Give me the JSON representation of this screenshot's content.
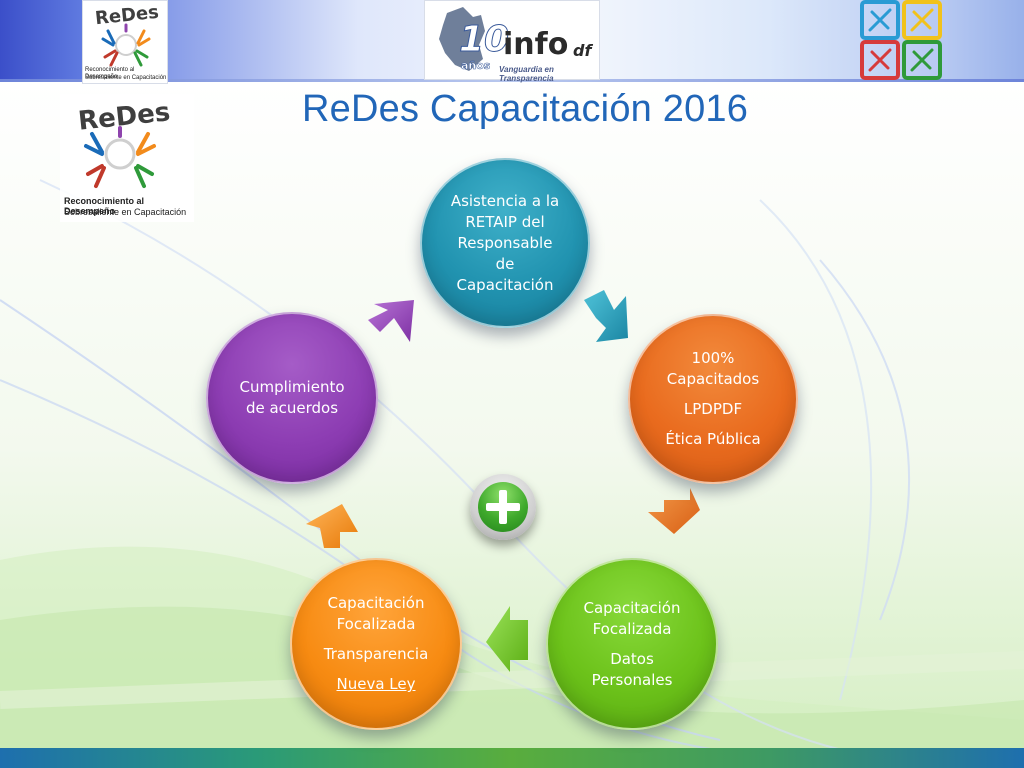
{
  "title": "ReDes Capacitación 2016",
  "logos": {
    "redes_small": {
      "word": "ReDes",
      "caption_line1": "Reconocimiento al Desempeño",
      "caption_line2": "Sobresaliente en Capacitación"
    },
    "redes_big": {
      "word": "ReDes",
      "caption_line1": "Reconocimiento al Desempeño",
      "caption_line2": "Sobresaliente en Capacitación"
    },
    "info": {
      "number": "10",
      "years": "años",
      "word": "info",
      "suffix": "df",
      "tagline": "Vanguardia en Transparencia"
    }
  },
  "nodes": {
    "asistencia": [
      "Asistencia a la",
      "RETAIP del",
      "Responsable",
      "de",
      "Capacitación"
    ],
    "capacitados": {
      "heading": [
        "100%",
        "Capacitados"
      ],
      "items": [
        "LPDPDF",
        "Ética Pública"
      ]
    },
    "datos": {
      "heading": [
        "Capacitación",
        "Focalizada"
      ],
      "items": [
        "Datos",
        "Personales"
      ]
    },
    "transparencia": {
      "heading": [
        "Capacitación",
        "Focalizada"
      ],
      "item1": "Transparencia",
      "item2": "Nueva Ley"
    },
    "cumplimiento": [
      "Cumplimiento",
      "de acuerdos"
    ]
  },
  "colors": {
    "title": "#2166b8",
    "teal": "#2193b0",
    "orange": "#e96b1e",
    "green": "#6cc21a",
    "amber": "#f78b12",
    "purple": "#8d3db3",
    "plus": "#3fa92c"
  },
  "icons": {
    "plus": "plus-icon",
    "arrows": "chevron-arrow-icon"
  }
}
